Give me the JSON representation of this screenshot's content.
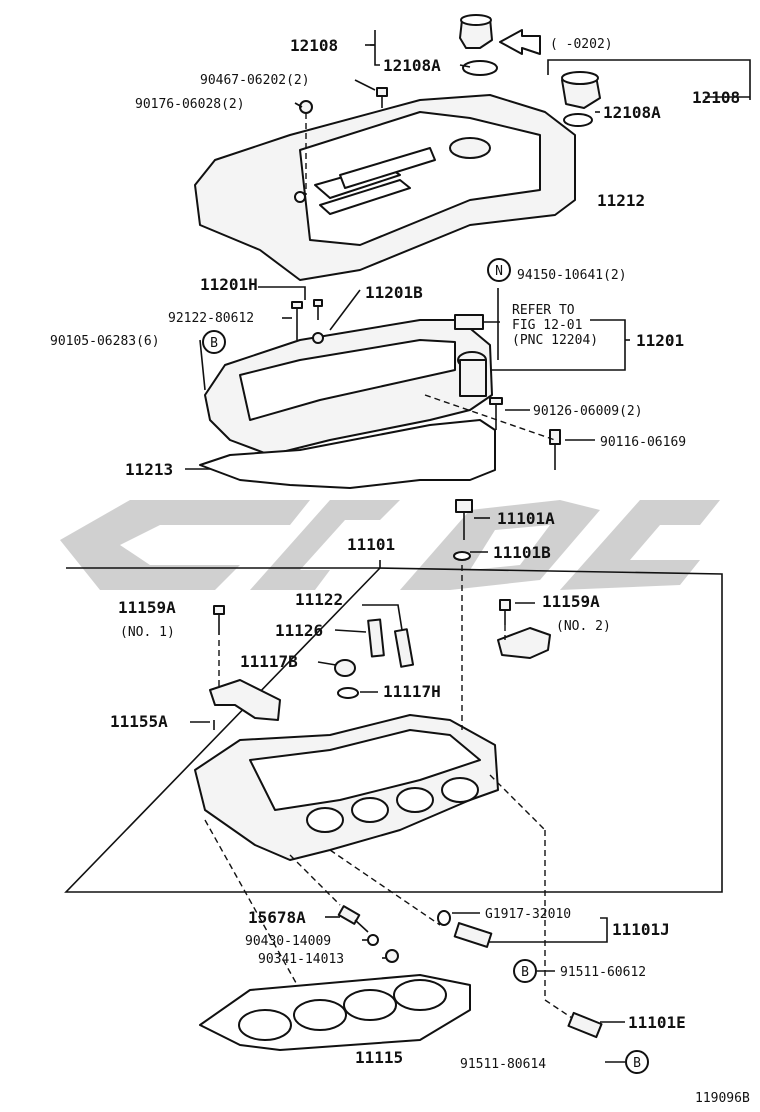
{
  "watermark": {
    "color": "#c8c8c8"
  },
  "labels": {
    "p12108_top": "12108",
    "p12108a_top": "12108A",
    "date_range": "(    -0202)",
    "p12108_right": "12108",
    "p12108a_right": "12108A",
    "p90467": "90467-06202(2)",
    "p90176": "90176-06028(2)",
    "p11212": "11212",
    "n_marker": "N",
    "p94150": "94150-10641(2)",
    "p11201h": "11201H",
    "p11201b": "11201B",
    "p92122": "92122-80612",
    "refer_line1": "REFER TO",
    "refer_line2": "FIG 12-01",
    "refer_line3": "(PNC 12204)",
    "p11201": "11201",
    "p90105": "90105-06283(6)",
    "b_marker": "B",
    "p90126": "90126-06009(2)",
    "p90116": "90116-06169",
    "p11213": "11213",
    "p11101a": "11101A",
    "p11101": "11101",
    "p11101b": "11101B",
    "p11122": "11122",
    "p11159a_left": "11159A",
    "no1": "(NO. 1)",
    "p11159a_right": "11159A",
    "no2": "(NO. 2)",
    "p11126": "11126",
    "p11117b": "11117B",
    "p11117h": "11117H",
    "p11155a": "11155A",
    "p15678a": "15678A",
    "pg1917": "G1917-32010",
    "p11101j": "11101J",
    "p90430": "90430-14009",
    "p90341": "90341-14013",
    "p91511_60612": "91511-60612",
    "p11101e": "11101E",
    "p11115": "11115",
    "p91511_80614": "91511-80614",
    "figure_code": "119096B"
  }
}
